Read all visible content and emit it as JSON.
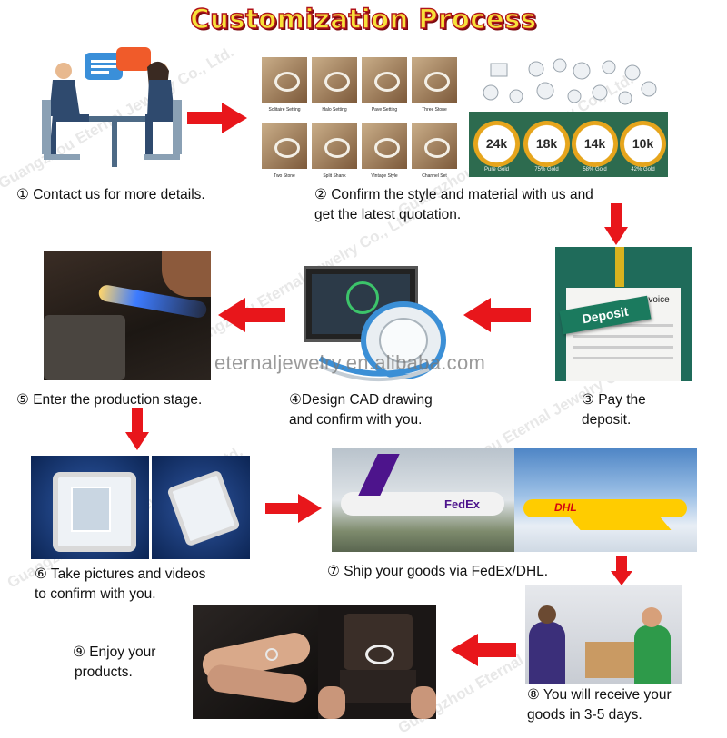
{
  "title": "Customization Process",
  "watermark": "Guangzhou Eternal Jewelry Co., Ltd.",
  "website": "eternaljewelry.en.alibaba.com",
  "steps": {
    "s1": {
      "line1": "① Contact us for more details."
    },
    "s2": {
      "line1": "② Confirm the style and material with us and",
      "line2": "get the latest quotation."
    },
    "s3": {
      "line1": "③ Pay the",
      "line2": "deposit."
    },
    "s4": {
      "line1": "④Design CAD drawing",
      "line2": "and confirm with you."
    },
    "s5": {
      "line1": "⑤ Enter the production stage."
    },
    "s6": {
      "line1": "⑥ Take pictures and videos",
      "line2": "to confirm with you."
    },
    "s7": {
      "line1": "⑦ Ship your goods via FedEx/DHL."
    },
    "s8": {
      "line1": "⑧ You will receive your",
      "line2": "goods in 3-5 days."
    },
    "s9": {
      "line1": "⑨ Enjoy your",
      "line2": "products."
    }
  },
  "ring_styles": [
    "Solitaire Setting",
    "Halo Setting",
    "Pave Setting",
    "Three Stone",
    "Two Stone",
    "Split Shank",
    "Vintage Style",
    "Channel Set"
  ],
  "gold": [
    {
      "karat": "24k",
      "label": "Pure Gold"
    },
    {
      "karat": "18k",
      "label": "75% Gold"
    },
    {
      "karat": "14k",
      "label": "58% Gold"
    },
    {
      "karat": "10k",
      "label": "42% Gold"
    }
  ],
  "invoice": {
    "heading": "Invoice",
    "tag": "Deposit"
  },
  "carriers": {
    "fedex": "FedEx",
    "dhl": "DHL"
  },
  "colors": {
    "arrow": "#e8161b",
    "title_fill": "#f7e23a",
    "title_stroke": "#b0121a",
    "gold_panel": "#2d6b4f",
    "ring_gold": "#e6a51c"
  }
}
